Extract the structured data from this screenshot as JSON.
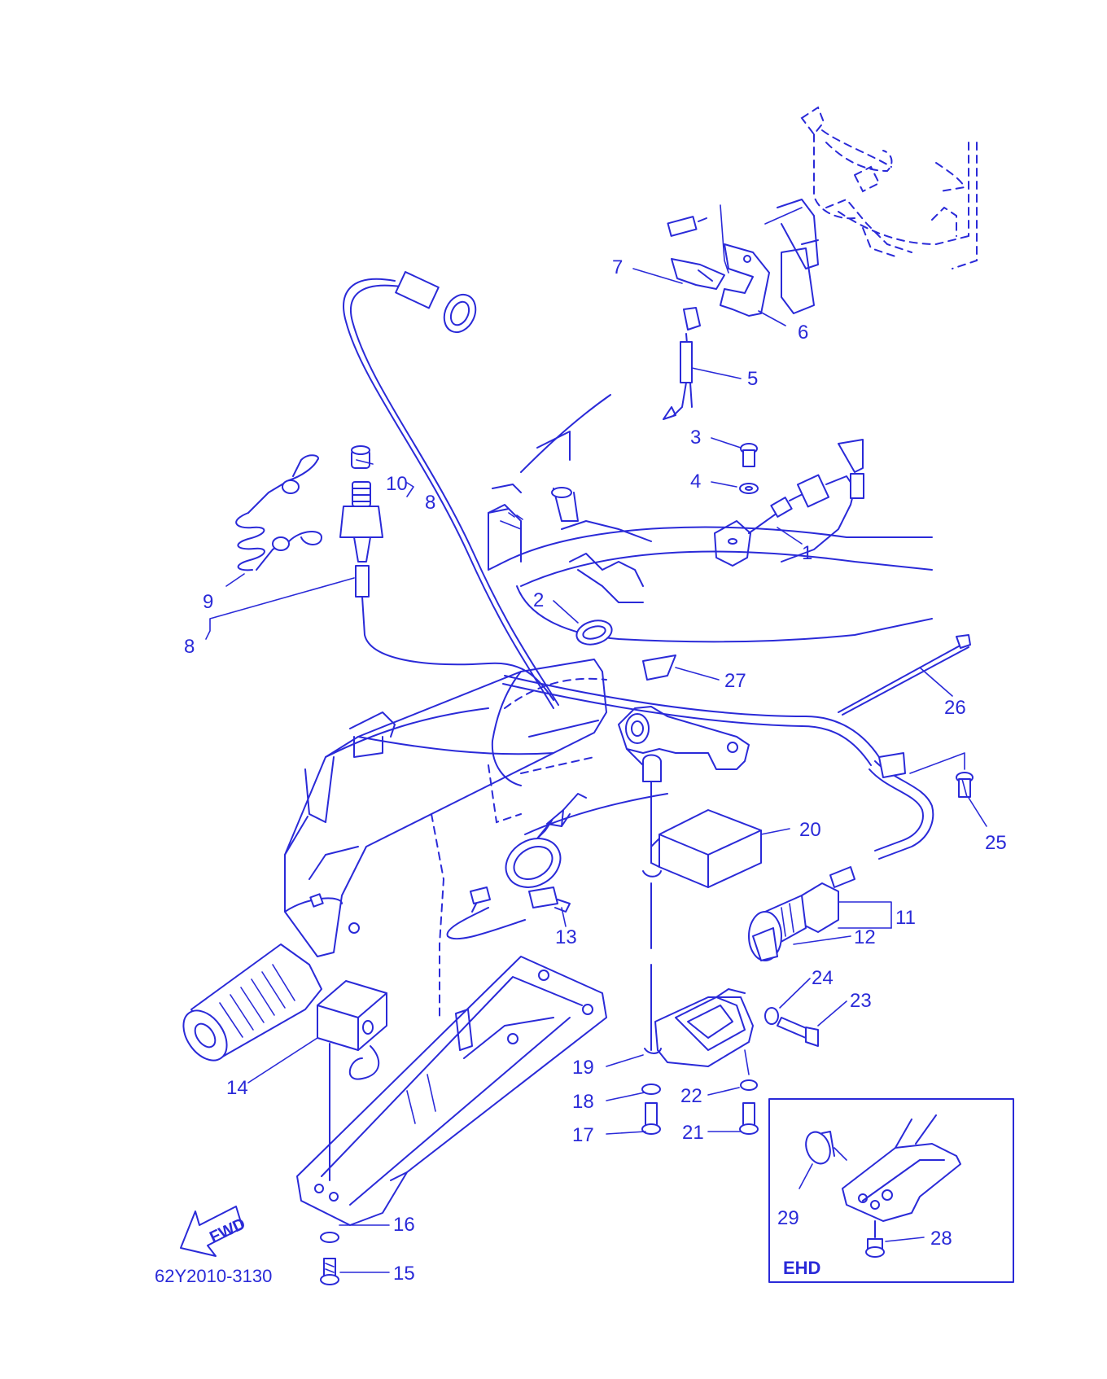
{
  "diagram": {
    "code": "62Y2010-3130",
    "inset_label": "EHD",
    "fwd_label": "FWD",
    "callouts": [
      {
        "id": "1",
        "text": "1"
      },
      {
        "id": "2",
        "text": "2"
      },
      {
        "id": "3",
        "text": "3"
      },
      {
        "id": "4",
        "text": "4"
      },
      {
        "id": "5",
        "text": "5"
      },
      {
        "id": "6",
        "text": "6"
      },
      {
        "id": "7",
        "text": "7"
      },
      {
        "id": "8a",
        "text": "8"
      },
      {
        "id": "8b",
        "text": "8"
      },
      {
        "id": "9",
        "text": "9"
      },
      {
        "id": "10",
        "text": "10"
      },
      {
        "id": "11",
        "text": "11"
      },
      {
        "id": "12",
        "text": "12"
      },
      {
        "id": "13",
        "text": "13"
      },
      {
        "id": "14",
        "text": "14"
      },
      {
        "id": "15",
        "text": "15"
      },
      {
        "id": "16",
        "text": "16"
      },
      {
        "id": "17",
        "text": "17"
      },
      {
        "id": "18",
        "text": "18"
      },
      {
        "id": "19",
        "text": "19"
      },
      {
        "id": "20",
        "text": "20"
      },
      {
        "id": "21",
        "text": "21"
      },
      {
        "id": "22",
        "text": "22"
      },
      {
        "id": "23",
        "text": "23"
      },
      {
        "id": "24",
        "text": "24"
      },
      {
        "id": "25",
        "text": "25"
      },
      {
        "id": "26",
        "text": "26"
      },
      {
        "id": "27",
        "text": "27"
      },
      {
        "id": "28",
        "text": "28"
      },
      {
        "id": "29",
        "text": "29"
      }
    ],
    "line_color": "#2a2ad8"
  }
}
